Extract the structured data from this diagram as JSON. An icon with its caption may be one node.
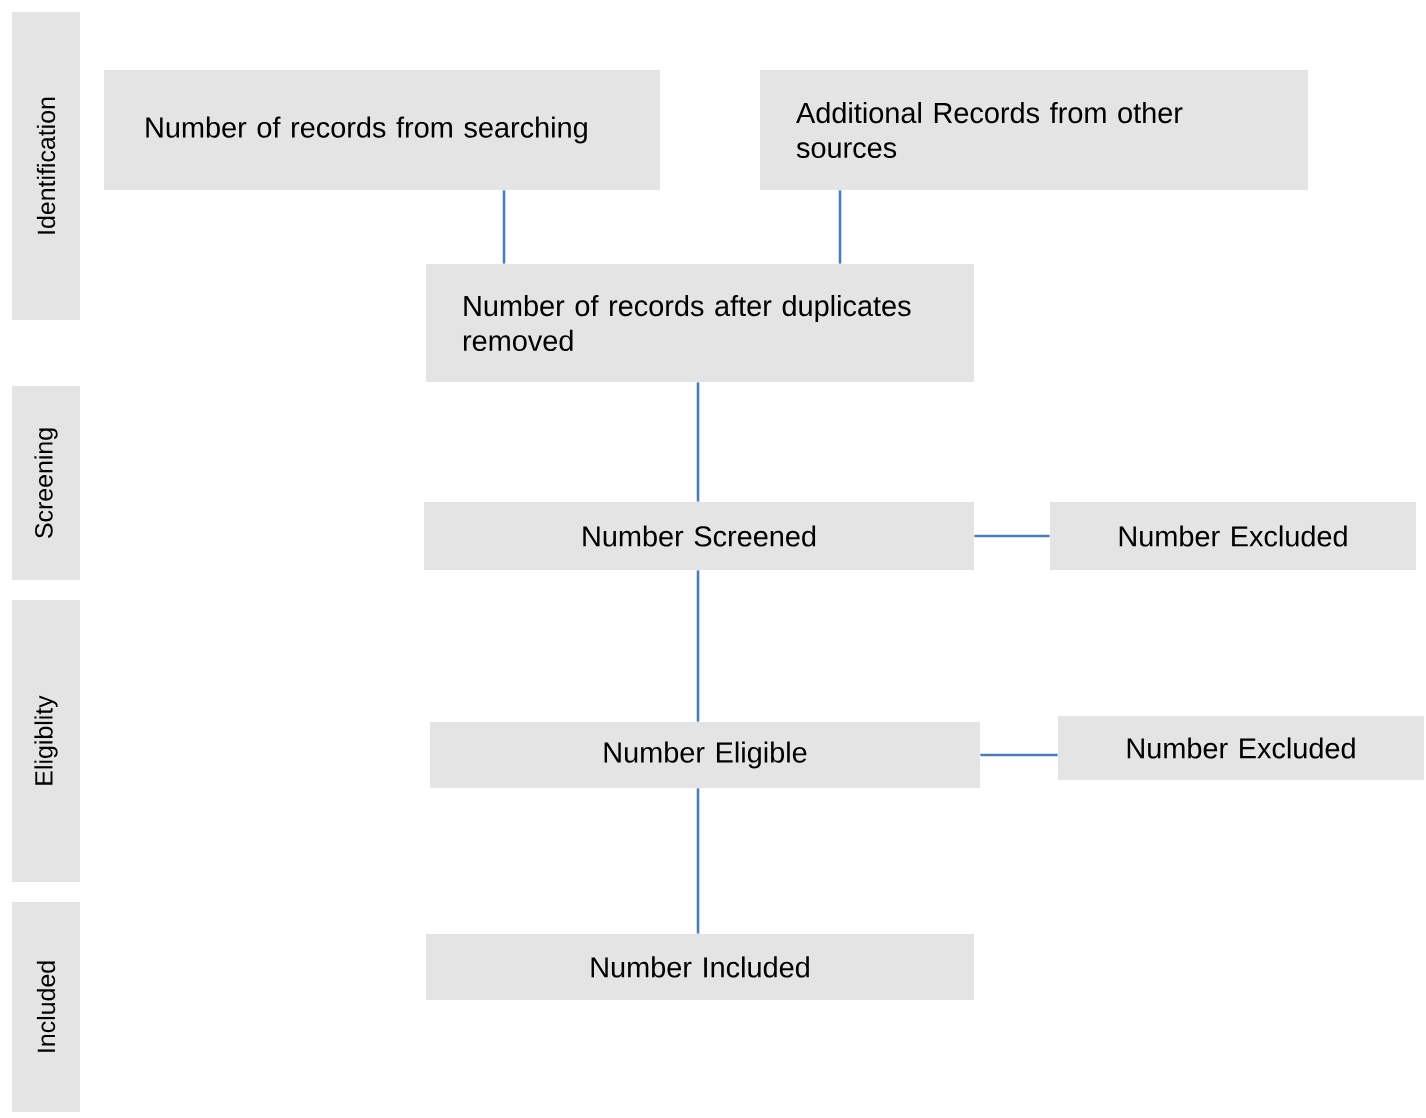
{
  "diagram": {
    "nodes": [
      {
        "text": [
          "Identification"
        ]
      },
      {
        "text": [
          "Screening"
        ]
      },
      {
        "text": [
          "Eligiblity"
        ]
      },
      {
        "text": [
          "Included"
        ]
      },
      {
        "text": [
          "Number of records from searching"
        ]
      },
      {
        "text": [
          "Additional Records from other sources"
        ]
      },
      {
        "text": [
          "Number of records after duplicates removed"
        ]
      },
      {
        "text": [
          "Number Screened"
        ]
      },
      {
        "text": [
          "Number Excluded"
        ]
      },
      {
        "text": [
          "Number Eligible"
        ]
      },
      {
        "text": [
          "Number Excluded"
        ]
      },
      {
        "text": [
          "Number Included"
        ]
      }
    ],
    "edges": [
      {
        "from": 4,
        "to": 6,
        "arrow": "none"
      },
      {
        "from": 5,
        "to": 6,
        "arrow": "none"
      },
      {
        "from": 6,
        "to": 7,
        "arrow": "none"
      },
      {
        "from": 7,
        "to": 8,
        "arrow": "none"
      },
      {
        "from": 7,
        "to": 9,
        "arrow": "none"
      },
      {
        "from": 9,
        "to": 10,
        "arrow": "none"
      },
      {
        "from": 9,
        "to": 11,
        "arrow": "none"
      }
    ]
  }
}
